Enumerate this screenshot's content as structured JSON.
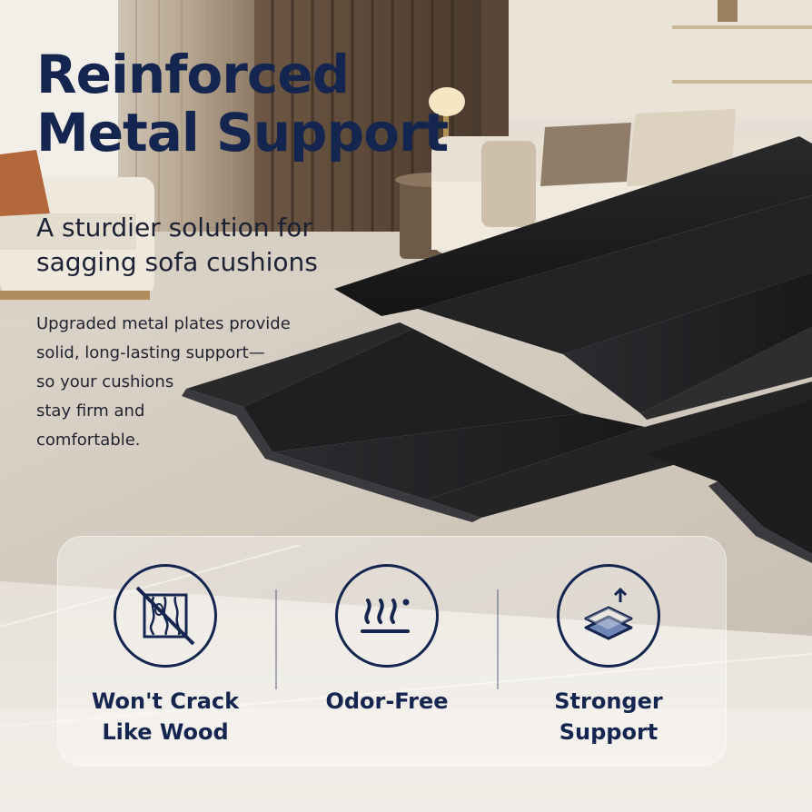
{
  "headline": {
    "line1": "Reinforced",
    "line2": "Metal Support"
  },
  "subhead": {
    "line1": "A sturdier solution for",
    "line2": "sagging sofa cushions"
  },
  "body": {
    "line1": "Upgraded metal plates provide",
    "line2": "solid, long-lasting support—",
    "line3": "so your cushions",
    "line4": "stay firm and",
    "line5": "comfortable."
  },
  "features": [
    {
      "icon": "no-wood-crack-icon",
      "line1": "Won't Crack",
      "line2": "Like Wood"
    },
    {
      "icon": "odor-free-icon",
      "line1": "Odor-Free"
    },
    {
      "icon": "stronger-support-icon",
      "line1": "Stronger",
      "line2": "Support"
    }
  ],
  "colors": {
    "accent": "#14254f",
    "plate": "#1b1b1d",
    "floor": "#e3ddd3"
  }
}
